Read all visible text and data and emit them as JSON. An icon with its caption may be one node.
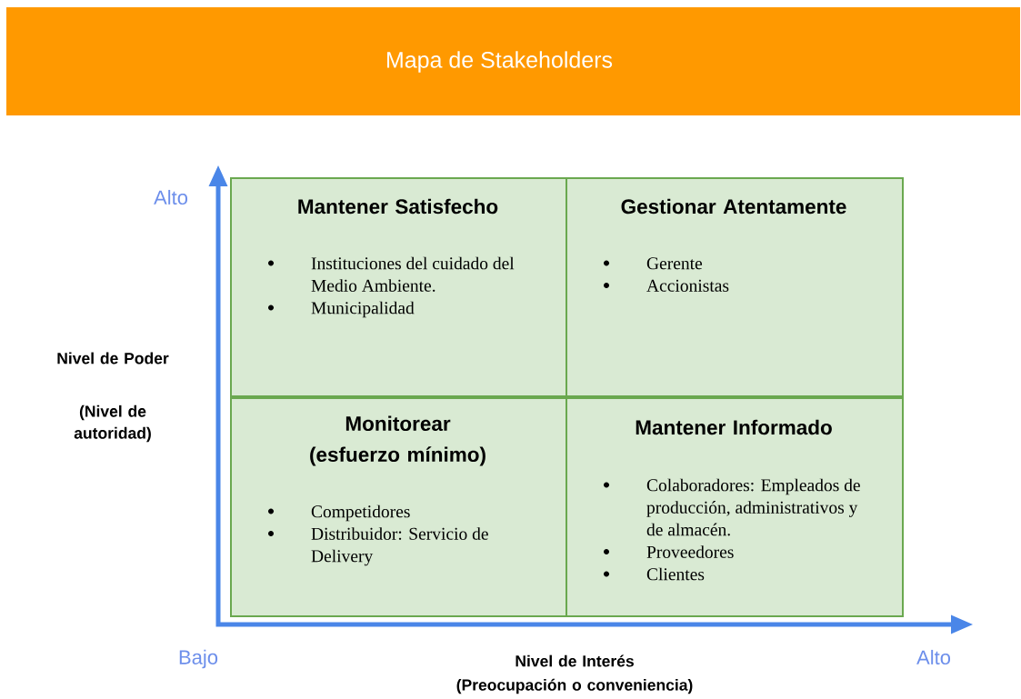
{
  "diagram": {
    "title": "Mapa de Stakeholders",
    "nodes": [
      {
        "text": [
          "Mantener Satisfecho",
          "Instituciones del cuidado del Medio Ambiente.",
          "Municipalidad"
        ]
      },
      {
        "text": [
          "Gestionar Atentamente",
          "Gerente",
          "Accionistas"
        ]
      },
      {
        "text": [
          "Monitorear (esfuerzo mínimo)",
          "Competidores",
          "Distribuidor: Servicio de Delivery"
        ]
      },
      {
        "text": [
          "Mantener Informado",
          "Colaboradores: Empleados de producción, administrativos y de almacén.",
          "Proveedores",
          "Clientes"
        ]
      }
    ],
    "labels": [
      "Alto",
      "Nivel de Poder",
      "(Nivel de autoridad)",
      "Bajo",
      "Nivel de Interés",
      "(Preocupación o conveniencia)",
      "Alto"
    ]
  }
}
